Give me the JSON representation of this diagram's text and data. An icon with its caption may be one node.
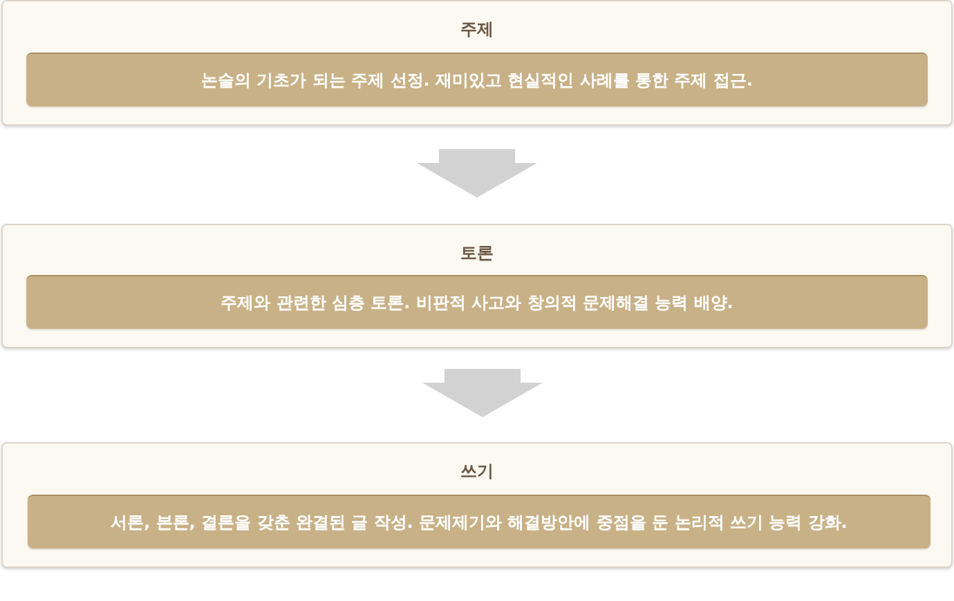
{
  "diagram": {
    "nodes": [
      {
        "text": [
          "주제"
        ]
      },
      {
        "text": [
          "논술의 기초가 되는 주제 선정. 재미있고 현실적인 사례를 통한 주제 접근."
        ],
        "in": 0
      },
      {
        "text": [
          "토론"
        ]
      },
      {
        "text": [
          "주제와 관련한 심층 토론. 비판적 사고와 창의적 문제해결 능력 배양."
        ],
        "in": 2
      },
      {
        "text": [
          "쓰기"
        ]
      },
      {
        "text": [
          "서론, 본론, 결론을 갖춘 완결된 글 작성. 문제제기와 해결방안에 중점을 둔 논리적 쓰기 능력 강화."
        ],
        "in": 4
      }
    ],
    "edges": [
      {
        "from": 0,
        "to": 2,
        "arrow": "to"
      },
      {
        "from": 2,
        "to": 4,
        "arrow": "to"
      }
    ]
  }
}
